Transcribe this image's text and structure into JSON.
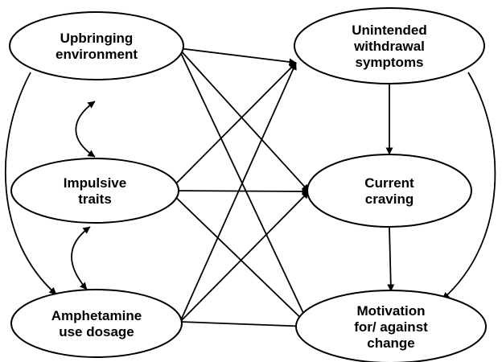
{
  "diagram": {
    "nodes": [
      {
        "id": "upbringing",
        "lines": [
          "Upbringing",
          "environment"
        ]
      },
      {
        "id": "impulsive",
        "lines": [
          "Impulsive",
          "traits"
        ]
      },
      {
        "id": "amphetamine",
        "lines": [
          "Amphetamine",
          "use dosage"
        ]
      },
      {
        "id": "withdrawal",
        "lines": [
          "Unintended",
          "withdrawal",
          "symptoms"
        ]
      },
      {
        "id": "craving",
        "lines": [
          "Current",
          "craving"
        ]
      },
      {
        "id": "motivation",
        "lines": [
          "Motivation",
          "for/ against",
          "change"
        ]
      }
    ],
    "edges": [
      {
        "from": "upbringing",
        "to": "withdrawal",
        "type": "directed"
      },
      {
        "from": "upbringing",
        "to": "craving",
        "type": "directed"
      },
      {
        "from": "upbringing",
        "to": "motivation",
        "type": "directed"
      },
      {
        "from": "impulsive",
        "to": "withdrawal",
        "type": "directed"
      },
      {
        "from": "impulsive",
        "to": "craving",
        "type": "directed"
      },
      {
        "from": "impulsive",
        "to": "motivation",
        "type": "directed"
      },
      {
        "from": "amphetamine",
        "to": "withdrawal",
        "type": "directed"
      },
      {
        "from": "amphetamine",
        "to": "craving",
        "type": "directed"
      },
      {
        "from": "amphetamine",
        "to": "motivation",
        "type": "directed"
      },
      {
        "from": "withdrawal",
        "to": "craving",
        "type": "directed"
      },
      {
        "from": "craving",
        "to": "motivation",
        "type": "directed"
      },
      {
        "from": "withdrawal",
        "to": "motivation",
        "type": "directed"
      },
      {
        "from": "upbringing",
        "to": "amphetamine",
        "type": "directed"
      },
      {
        "from": "upbringing",
        "to": "impulsive",
        "type": "bidirectional"
      },
      {
        "from": "impulsive",
        "to": "amphetamine",
        "type": "bidirectional"
      }
    ]
  }
}
